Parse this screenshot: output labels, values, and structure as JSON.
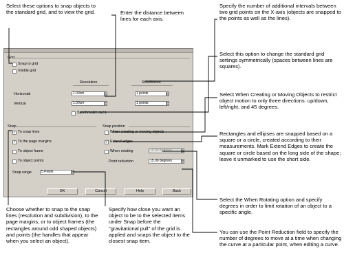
{
  "callouts": {
    "snap_grid": "Select these options to snap objects to the standard grid, and to view the grid.",
    "distance": "Enter the distance between lines for each axis.",
    "subdivision": "Specify the number of additional intervals between two grid points on the X-axis (objects are snapped to the points as well as the lines).",
    "synchronize": "Select this option to change the standard grid settings symmetrically (spaces between lines are squares).",
    "creating_moving": "Select When Creating or Moving Objects to restrict object motion to only three directions: up/down, left/right, and 45 degrees.",
    "extend_edges": "Rectangles and ellipses are snapped based on a square or a circle, created according to their measurements. Mark Extend Edges to create the square or circle based on the long side of the shape; leave it unmarked to use the short side.",
    "rotating": "Select the When Rotating option and specify degrees in order to limit rotation of an object to a specific angle.",
    "point_reduction": "You can use the Point Reduction field to specify the number of degrees to move at a time when changing the curve at a particular point, when editing a curve.",
    "snap_to": "Choose whether to snap to the snap lines (resolution and subdivision), to the page margins, or to object frames (the rectangles around odd shaped objects) and points (the handles that appear when you select an object).",
    "snap_range": "Specify how close you want an object to be to the selected items under Snap before the \"gravitational pull\" of the grid is applied and snaps the object to the closest snap item."
  },
  "dialog": {
    "grid": {
      "title": "Grid",
      "snap_to_grid": "Snap to grid",
      "visible_grid": "Visible grid",
      "resolution": "Resolution",
      "subdivision": "Subdivision",
      "horizontal_label": "Horizontal",
      "vertical_label": "Vertical",
      "horizontal_value": "1.00cm",
      "vertical_value": "1.00cm",
      "horizontal_points": "1 points",
      "vertical_points": "1 points",
      "synchronize": "Synchronize axes"
    },
    "snap": {
      "title": "Snap",
      "snap_lines": "To snap lines",
      "page_margins": "To the page margins",
      "object_frame": "To object frame",
      "object_points": "To object points",
      "snap_range_label": "Snap range",
      "snap_range_value": "5 Pixels",
      "check_mark": "✓"
    },
    "snap_position": {
      "title": "Snap position",
      "creating_moving": "When creating or moving objects",
      "extend_edges": "Extend edges",
      "rotating": "When rotating",
      "rotating_value": "15.00 degrees",
      "point_reduction": "Point reduction",
      "point_reduction_value": "15.00 degrees"
    },
    "buttons": {
      "ok": "OK",
      "cancel": "Cancel",
      "help": "Help",
      "back": "Back"
    }
  }
}
